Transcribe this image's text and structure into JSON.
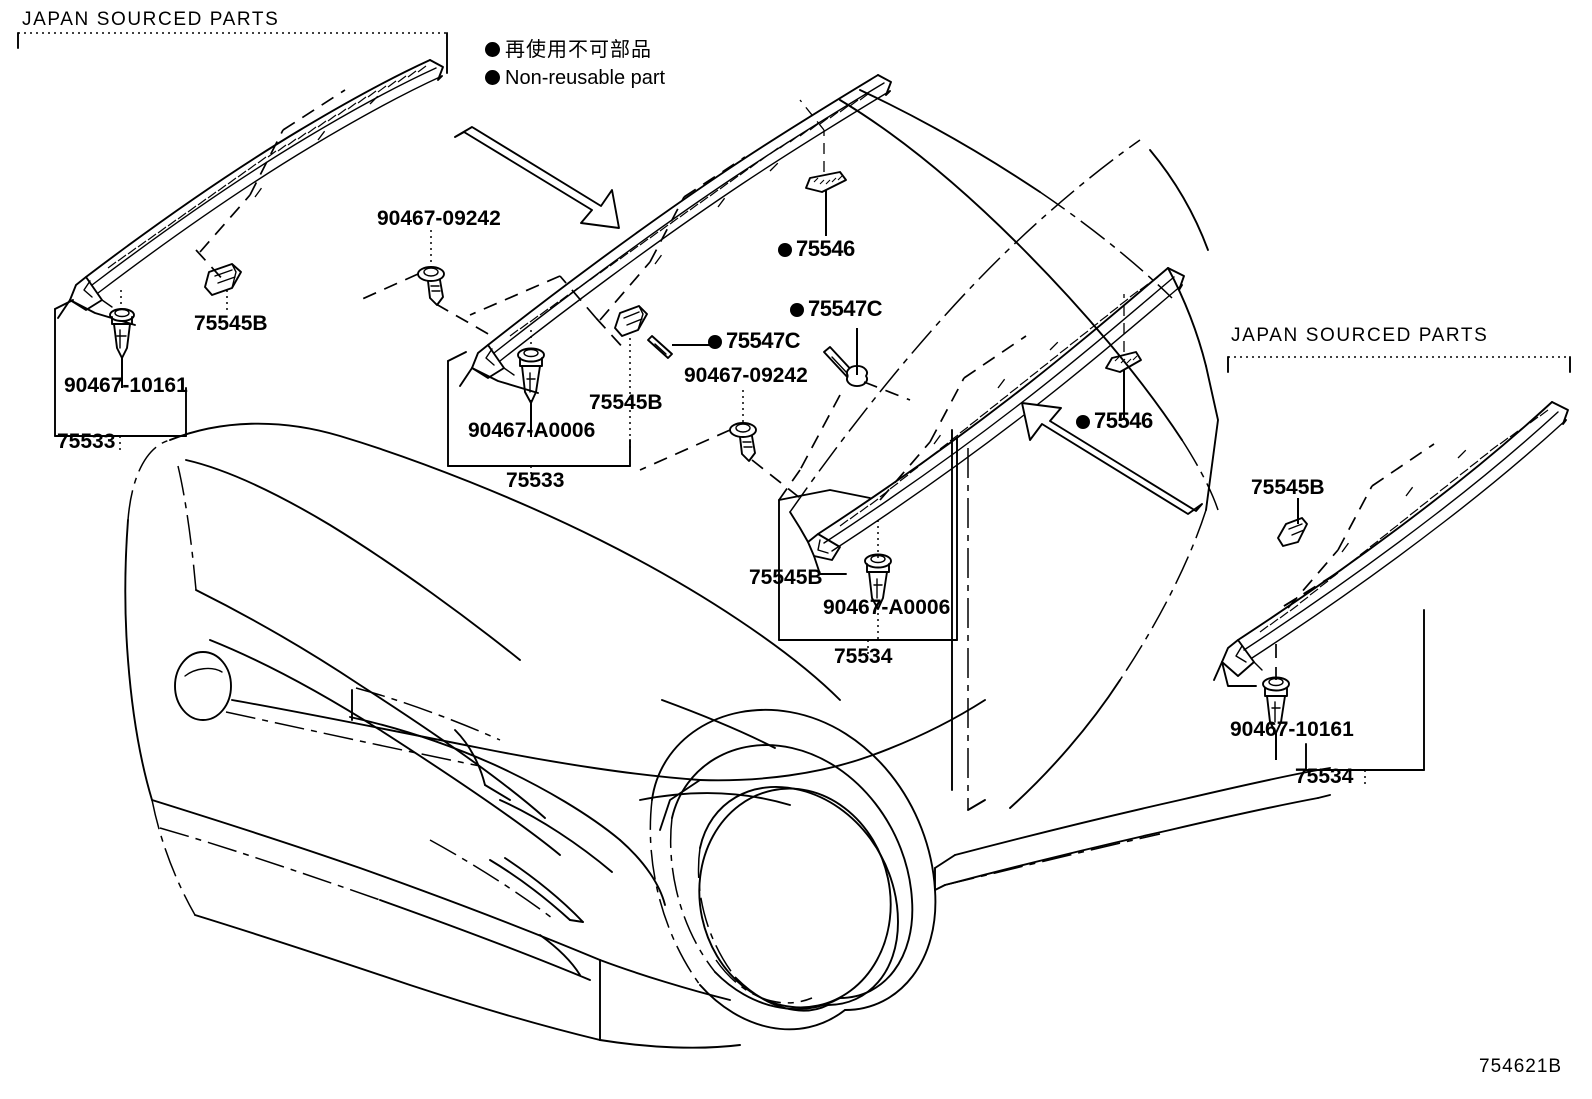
{
  "diagram": {
    "code": "754621B",
    "legend": {
      "japanese": "再使用不可部品",
      "english": "Non-reusable part",
      "marker": "filled-circle"
    },
    "group_headers": {
      "left": "JAPAN SOURCED PARTS",
      "right": "JAPAN SOURCED PARTS"
    }
  },
  "labels": {
    "left_group": {
      "clip_retainer": "75545B",
      "clip_fastener": "90467-10161",
      "assembly": "75533"
    },
    "center_group": {
      "screw_top": "90467-09242",
      "retainer": "75545B",
      "clip_fastener": "90467-A0006",
      "assembly": "75533"
    },
    "center_right_group": {
      "nonreusable_a": "75547C",
      "nonreusable_b": "75547C",
      "screw": "90467-09242",
      "nonreusable_top": "75546",
      "nonreusable_right": "75546"
    },
    "lower_center_group": {
      "retainer": "75545B",
      "clip_fastener": "90467-A0006",
      "assembly": "75534"
    },
    "right_group": {
      "retainer": "75545B",
      "clip_fastener": "90467-10161",
      "assembly": "75534"
    }
  }
}
